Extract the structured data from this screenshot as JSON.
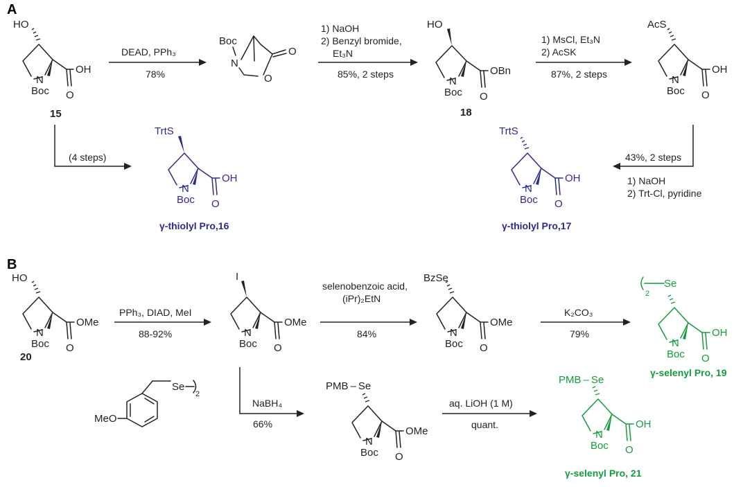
{
  "panels": {
    "a": "A",
    "b": "B"
  },
  "atoms": {
    "ho": "HO",
    "oh": "OH",
    "n": "N",
    "boc": "Boc",
    "o": "O",
    "obn": "OBn",
    "ome": "OMe",
    "acs": "AcS",
    "trts": "TrtS",
    "i": "I",
    "bzse": "BzSe",
    "se": "Se",
    "pmb_se": "PMB – Se",
    "meo": "MeO",
    "sub2": "2"
  },
  "panel_a": {
    "compound_15": "15",
    "compound_18": "18",
    "step1": {
      "line1": "DEAD, PPh₃",
      "line2": "78%"
    },
    "step2": {
      "line1": "1) NaOH",
      "line2": "2) Benzyl bromide,",
      "line3": "Et₃N",
      "line4": "85%, 2 steps"
    },
    "step3": {
      "line1": "1) MsCl, Et₃N",
      "line2": "2) AcSK",
      "line3": "87%, 2 steps"
    },
    "step4": {
      "line1": "(4 steps)"
    },
    "step5": {
      "line1": "43%, 2 steps",
      "line2": "1) NaOH",
      "line3": "2) Trt-Cl, pyridine"
    },
    "product_16": "γ-thiolyl Pro,16",
    "product_17": "γ-thiolyl Pro,17"
  },
  "panel_b": {
    "compound_20": "20",
    "step1": {
      "line1": "PPh₃, DIAD, MeI",
      "line2": "88-92%"
    },
    "step2": {
      "line1": "selenobenzoic acid,",
      "line2": "(iPr)₂EtN",
      "line3": "84%"
    },
    "step3": {
      "line1": "K₂CO₃",
      "line2": "79%"
    },
    "step4": {
      "line1": "NaBH₄",
      "line2": "66%"
    },
    "step5": {
      "line1": "aq. LiOH (1 M)",
      "line2": "quant."
    },
    "product_19": "γ-selenyl Pro, 19",
    "product_21": "γ-selenyl Pro, 21"
  },
  "colors": {
    "blue": "#2b2b8c",
    "green": "#139c3c",
    "black": "#222222"
  }
}
